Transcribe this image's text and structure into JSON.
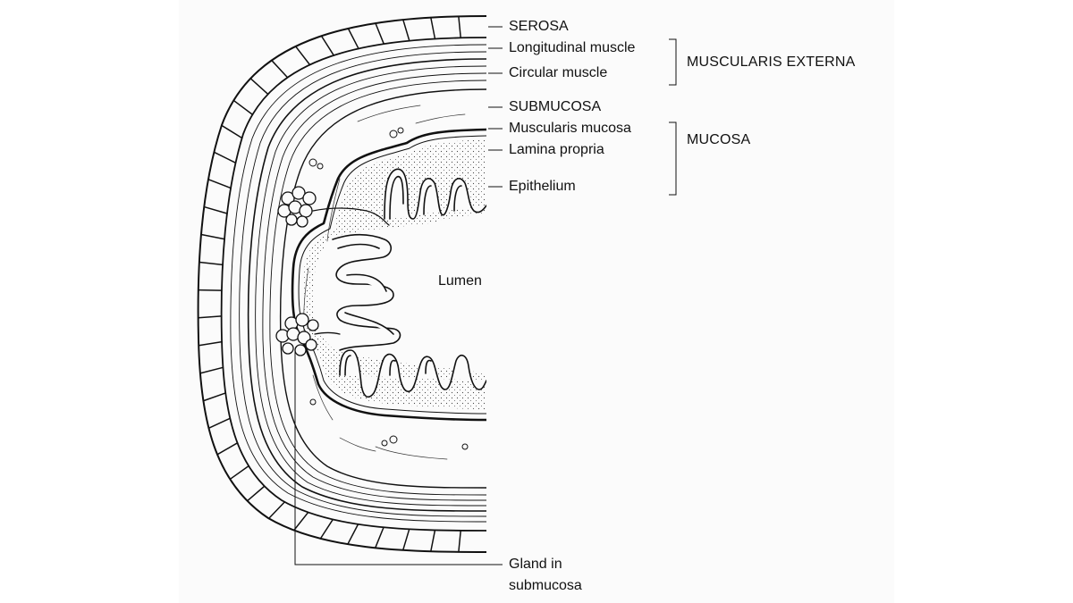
{
  "labels": {
    "serosa": "SEROSA",
    "longitudinal_muscle": "Longitudinal muscle",
    "circular_muscle": "Circular muscle",
    "submucosa": "SUBMUCOSA",
    "muscularis_mucosa": "Muscularis mucosa",
    "lamina_propria": "Lamina propria",
    "epithelium": "Epithelium",
    "lumen": "Lumen",
    "gland_line1": "Gland in",
    "gland_line2": "submucosa"
  },
  "groups": {
    "muscularis_externa": "MUSCULARIS EXTERNA",
    "mucosa": "MUCOSA"
  },
  "colors": {
    "ink": "#111111",
    "paper": "#fbfbfb"
  }
}
